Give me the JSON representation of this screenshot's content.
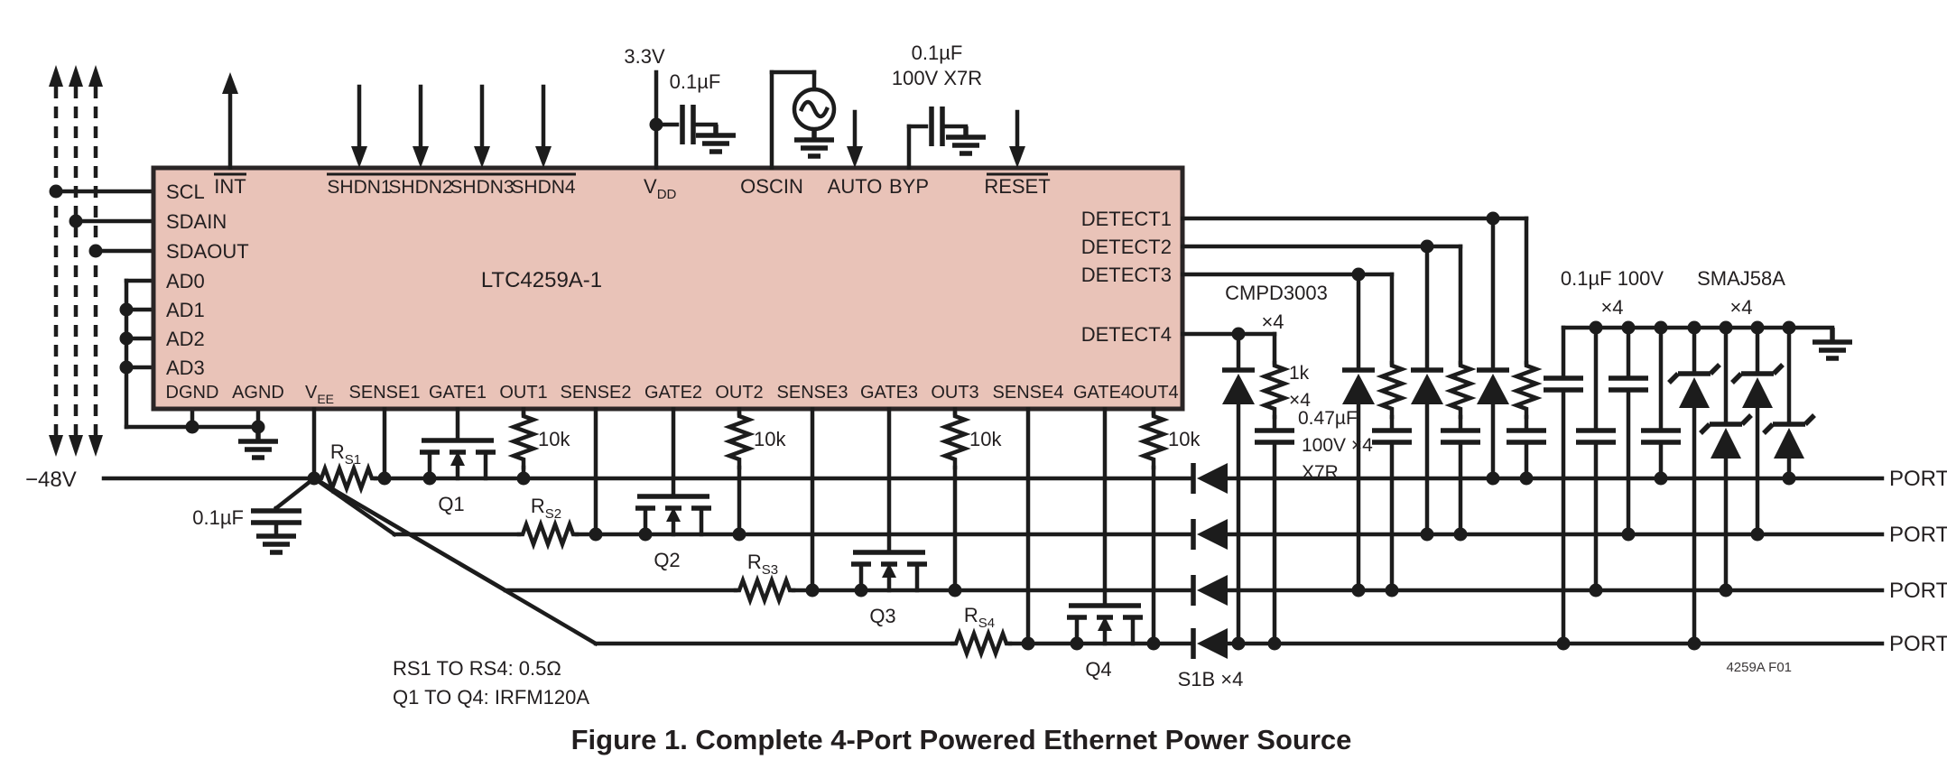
{
  "figure": {
    "title": "Figure 1. Complete 4-Port Powered Ethernet Power Source",
    "code": "4259A F01"
  },
  "ic": {
    "part": "LTC4259A-1",
    "pins_left": [
      "SCL",
      "SDAIN",
      "SDAOUT",
      "AD0",
      "AD1",
      "AD2",
      "AD3"
    ],
    "pin_int": "INT",
    "pins_shdn": [
      "SHDN1",
      "SHDN2",
      "SHDN3",
      "SHDN4"
    ],
    "pin_vdd": {
      "main": "V",
      "sub": "DD"
    },
    "pin_oscin": "OSCIN",
    "pin_auto": "AUTO",
    "pin_byp": "BYP",
    "pin_reset": "RESET",
    "pins_detect": [
      "DETECT1",
      "DETECT2",
      "DETECT3",
      "DETECT4"
    ],
    "pin_dgnd": "DGND",
    "pin_agnd": "AGND",
    "pin_vee": {
      "main": "V",
      "sub": "EE"
    },
    "pins_bottom": [
      "SENSE1",
      "GATE1",
      "OUT1",
      "SENSE2",
      "GATE2",
      "OUT2",
      "SENSE3",
      "GATE3",
      "OUT3",
      "SENSE4",
      "GATE4",
      "OUT4"
    ]
  },
  "supply": {
    "input_rail": "−48V",
    "vdd_rail": "3.3V",
    "vdd_cap": "0.1µF",
    "vee_cap": "0.1µF",
    "byp_cap_value": "0.1µF",
    "byp_cap_rating": "100V X7R"
  },
  "sense_resistors": {
    "prefix": "R",
    "subs": [
      "S1",
      "S2",
      "S3",
      "S4"
    ]
  },
  "mosfets": [
    "Q1",
    "Q2",
    "Q3",
    "Q4"
  ],
  "out_resistor": "10k",
  "detect_network": {
    "diode_part": "CMPD3003",
    "diode_qty": "×4",
    "resistor": "1k",
    "resistor_qty": "×4",
    "cap_value": "0.47µF",
    "cap_rating": "100V ×4",
    "cap_dielectric": "X7R"
  },
  "port_diode": "S1B ×4",
  "output_network": {
    "cap": "0.1µF 100V",
    "cap_qty": "×4",
    "tvs": "SMAJ58A",
    "tvs_qty": "×4"
  },
  "ports": [
    "PORT1",
    "PORT2",
    "PORT3",
    "PORT4"
  ],
  "notes": [
    "RS1 TO RS4: 0.5Ω",
    "Q1 TO Q4: IRFM120A"
  ]
}
